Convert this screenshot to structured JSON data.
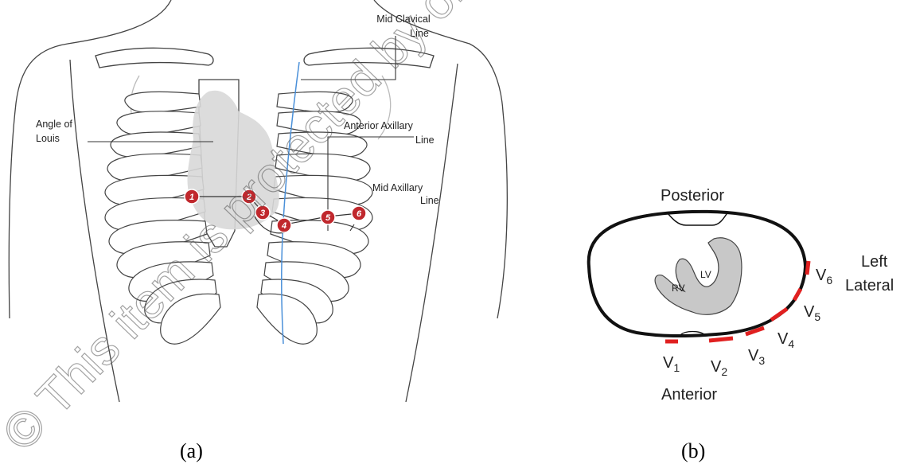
{
  "panel_a": {
    "caption": "(a)",
    "labels": {
      "mid_clavical_1": "Mid Clavical",
      "mid_clavical_2": "Line",
      "angle_1": "Angle of",
      "angle_2": "Louis",
      "ant_axillary_1": "Anterior Axillary",
      "ant_axillary_2": "Line",
      "mid_axillary_1": "Mid Axillary",
      "mid_axillary_2": "Line"
    },
    "electrodes": [
      "1",
      "2",
      "3",
      "4",
      "5",
      "6"
    ],
    "colors": {
      "electrode": "#c0282d",
      "midline": "#4a90d9",
      "heart": "#d8d8d8"
    }
  },
  "panel_b": {
    "caption": "(b)",
    "posterior": "Posterior",
    "anterior": "Anterior",
    "left_lateral_1": "Left",
    "left_lateral_2": "Lateral",
    "rv": "RV",
    "lv": "LV",
    "leads": [
      {
        "v": "V",
        "n": "1"
      },
      {
        "v": "V",
        "n": "2"
      },
      {
        "v": "V",
        "n": "3"
      },
      {
        "v": "V",
        "n": "4"
      },
      {
        "v": "V",
        "n": "5"
      },
      {
        "v": "V",
        "n": "6"
      }
    ],
    "colors": {
      "lead_mark": "#e02020",
      "outline": "#111111",
      "heart": "#c8c8c8"
    }
  },
  "watermark": "© This item is protected by original copyright"
}
